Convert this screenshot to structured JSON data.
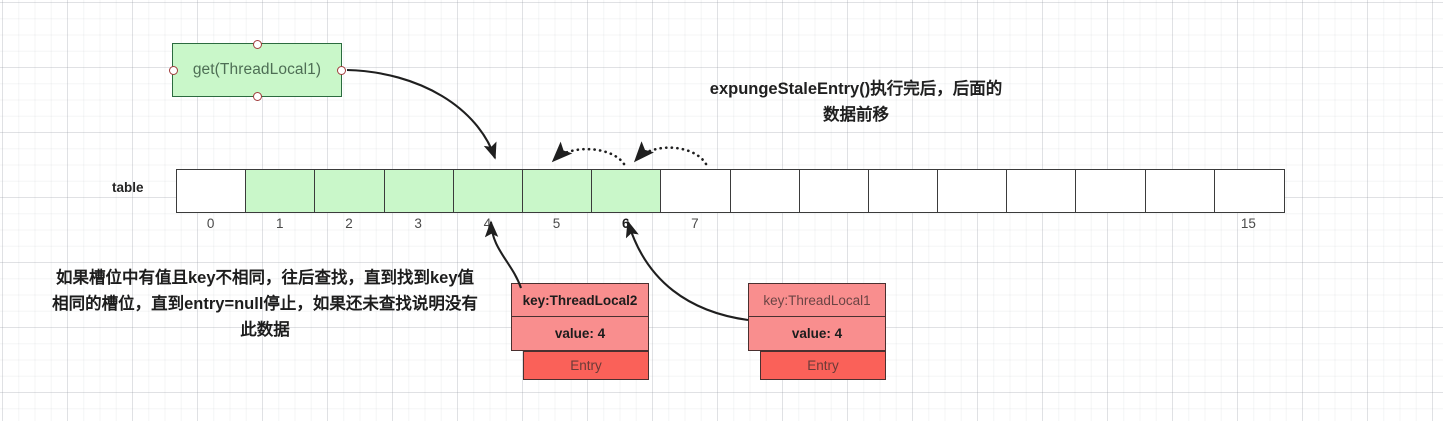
{
  "heading": {
    "text": "expungeStaleEntry()执行完后，后面的数据前移"
  },
  "get_box": {
    "label": "get(ThreadLocal1)"
  },
  "table": {
    "label": "table",
    "slots": [
      {
        "index": "0",
        "filled": false,
        "bold_index": false
      },
      {
        "index": "1",
        "filled": true,
        "bold_index": false
      },
      {
        "index": "2",
        "filled": true,
        "bold_index": false
      },
      {
        "index": "3",
        "filled": true,
        "bold_index": false
      },
      {
        "index": "4",
        "filled": true,
        "bold_index": false
      },
      {
        "index": "5",
        "filled": true,
        "bold_index": false
      },
      {
        "index": "6",
        "filled": true,
        "bold_index": true
      },
      {
        "index": "7",
        "filled": false,
        "bold_index": false
      },
      {
        "index": "",
        "filled": false,
        "bold_index": false
      },
      {
        "index": "",
        "filled": false,
        "bold_index": false
      },
      {
        "index": "",
        "filled": false,
        "bold_index": false
      },
      {
        "index": "",
        "filled": false,
        "bold_index": false
      },
      {
        "index": "",
        "filled": false,
        "bold_index": false
      },
      {
        "index": "",
        "filled": false,
        "bold_index": false
      },
      {
        "index": "",
        "filled": false,
        "bold_index": false
      },
      {
        "index": "15",
        "filled": false,
        "bold_index": false
      }
    ]
  },
  "note": {
    "text": "如果槽位中有值且key不相同，往后查找，直到找到key值相同的槽位，直到entry=null停止，如果还未查找说明没有此数据"
  },
  "entries": [
    {
      "key": "key:ThreadLocal2",
      "value": "value: 4",
      "footer": "Entry"
    },
    {
      "key": "key:ThreadLocal1",
      "value": "value: 4",
      "footer": "Entry"
    }
  ],
  "colors": {
    "slot_filled": "#c9f7c9",
    "slot_empty": "#ffffff",
    "slot_border": "#3b3b3b",
    "get_box_fill": "#c9f7c9",
    "get_box_border": "#2b6b3f",
    "entry_row_fill": "#f98e8e",
    "entry_footer_fill": "#fa6159",
    "entry_border": "#4a3030",
    "connector": "#1f1f1f",
    "port_border": "#a03b3b"
  }
}
